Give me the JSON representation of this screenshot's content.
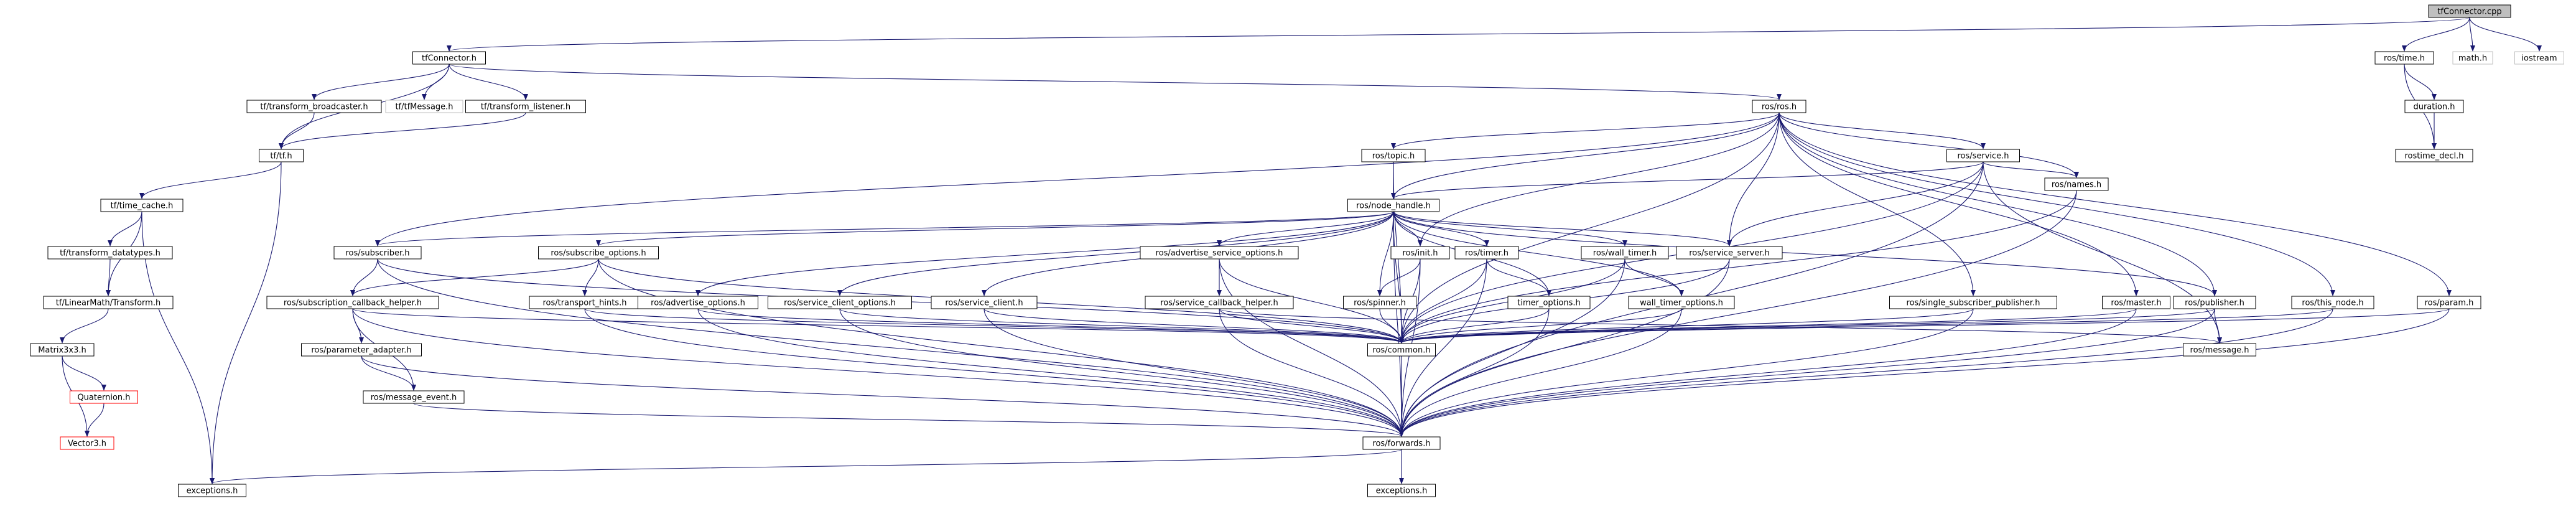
{
  "colors": {
    "edge": "#191970",
    "border_normal": "#000000",
    "border_missing": "#bfbfbf",
    "border_red": "#ff0000",
    "root_fill": "#bfbfbf",
    "text": "#000000"
  },
  "nodes": [
    {
      "id": "tfConnector_cpp",
      "label": "tfConnector.cpp",
      "style": "root"
    },
    {
      "id": "tfConnector_h",
      "label": "tfConnector.h",
      "style": "normal"
    },
    {
      "id": "ros_time_h",
      "label": "ros/time.h",
      "style": "normal"
    },
    {
      "id": "math_h",
      "label": "math.h",
      "style": "missing"
    },
    {
      "id": "iostream",
      "label": "iostream",
      "style": "missing"
    },
    {
      "id": "duration_h",
      "label": "duration.h",
      "style": "normal"
    },
    {
      "id": "rostime_decl_h",
      "label": "rostime_decl.h",
      "style": "normal"
    },
    {
      "id": "tf_transform_broadcaster_h",
      "label": "tf/transform_broadcaster.h",
      "style": "normal"
    },
    {
      "id": "tf_tfMessage_h",
      "label": "tf/tfMessage.h",
      "style": "missing"
    },
    {
      "id": "tf_transform_listener_h",
      "label": "tf/transform_listener.h",
      "style": "normal"
    },
    {
      "id": "ros_ros_h",
      "label": "ros/ros.h",
      "style": "normal"
    },
    {
      "id": "tf_tf_h",
      "label": "tf/tf.h",
      "style": "normal"
    },
    {
      "id": "tf_time_cache_h",
      "label": "tf/time_cache.h",
      "style": "normal"
    },
    {
      "id": "tf_transform_datatypes_h",
      "label": "tf/transform_datatypes.h",
      "style": "normal"
    },
    {
      "id": "tf_LinearMath_Transform_h",
      "label": "tf/LinearMath/Transform.h",
      "style": "normal"
    },
    {
      "id": "Matrix3x3_h",
      "label": "Matrix3x3.h",
      "style": "normal"
    },
    {
      "id": "Quaternion_h",
      "label": "Quaternion.h",
      "style": "red"
    },
    {
      "id": "Vector3_h",
      "label": "Vector3.h",
      "style": "red"
    },
    {
      "id": "ros_topic_h",
      "label": "ros/topic.h",
      "style": "normal"
    },
    {
      "id": "ros_service_h",
      "label": "ros/service.h",
      "style": "normal"
    },
    {
      "id": "ros_node_handle_h",
      "label": "ros/node_handle.h",
      "style": "normal"
    },
    {
      "id": "ros_names_h",
      "label": "ros/names.h",
      "style": "normal"
    },
    {
      "id": "ros_subscriber_h",
      "label": "ros/subscriber.h",
      "style": "normal"
    },
    {
      "id": "ros_subscribe_options_h",
      "label": "ros/subscribe_options.h",
      "style": "normal"
    },
    {
      "id": "ros_advertise_service_options_h",
      "label": "ros/advertise_service_options.h",
      "style": "normal"
    },
    {
      "id": "ros_init_h",
      "label": "ros/init.h",
      "style": "normal"
    },
    {
      "id": "ros_timer_h",
      "label": "ros/timer.h",
      "style": "normal"
    },
    {
      "id": "ros_wall_timer_h",
      "label": "ros/wall_timer.h",
      "style": "normal"
    },
    {
      "id": "ros_service_server_h",
      "label": "ros/service_server.h",
      "style": "normal"
    },
    {
      "id": "ros_subscription_callback_helper_h",
      "label": "ros/subscription_callback_helper.h",
      "style": "normal"
    },
    {
      "id": "ros_transport_hints_h",
      "label": "ros/transport_hints.h",
      "style": "normal"
    },
    {
      "id": "ros_advertise_options_h",
      "label": "ros/advertise_options.h",
      "style": "normal"
    },
    {
      "id": "ros_service_client_options_h",
      "label": "ros/service_client_options.h",
      "style": "normal"
    },
    {
      "id": "ros_service_client_h",
      "label": "ros/service_client.h",
      "style": "normal"
    },
    {
      "id": "ros_service_callback_helper_h",
      "label": "ros/service_callback_helper.h",
      "style": "normal"
    },
    {
      "id": "ros_spinner_h",
      "label": "ros/spinner.h",
      "style": "normal"
    },
    {
      "id": "timer_options_h",
      "label": "timer_options.h",
      "style": "normal"
    },
    {
      "id": "wall_timer_options_h",
      "label": "wall_timer_options.h",
      "style": "normal"
    },
    {
      "id": "ros_single_subscriber_publisher_h",
      "label": "ros/single_subscriber_publisher.h",
      "style": "normal"
    },
    {
      "id": "ros_master_h",
      "label": "ros/master.h",
      "style": "normal"
    },
    {
      "id": "ros_publisher_h",
      "label": "ros/publisher.h",
      "style": "normal"
    },
    {
      "id": "ros_this_node_h",
      "label": "ros/this_node.h",
      "style": "normal"
    },
    {
      "id": "ros_param_h",
      "label": "ros/param.h",
      "style": "normal"
    },
    {
      "id": "ros_parameter_adapter_h",
      "label": "ros/parameter_adapter.h",
      "style": "normal"
    },
    {
      "id": "ros_message_event_h",
      "label": "ros/message_event.h",
      "style": "normal"
    },
    {
      "id": "ros_common_h",
      "label": "ros/common.h",
      "style": "normal"
    },
    {
      "id": "ros_message_h",
      "label": "ros/message.h",
      "style": "normal"
    },
    {
      "id": "ros_forwards_h",
      "label": "ros/forwards.h",
      "style": "normal"
    },
    {
      "id": "exceptions_h_left",
      "label": "exceptions.h",
      "style": "normal"
    },
    {
      "id": "exceptions_h_bottom",
      "label": "exceptions.h",
      "style": "normal"
    }
  ],
  "edges": [
    [
      "tfConnector_cpp",
      "tfConnector_h"
    ],
    [
      "tfConnector_cpp",
      "ros_time_h"
    ],
    [
      "tfConnector_cpp",
      "math_h"
    ],
    [
      "tfConnector_cpp",
      "iostream"
    ],
    [
      "ros_time_h",
      "duration_h"
    ],
    [
      "ros_time_h",
      "rostime_decl_h"
    ],
    [
      "duration_h",
      "rostime_decl_h"
    ],
    [
      "tfConnector_h",
      "tf_transform_broadcaster_h"
    ],
    [
      "tfConnector_h",
      "tf_tfMessage_h"
    ],
    [
      "tfConnector_h",
      "tf_transform_listener_h"
    ],
    [
      "tfConnector_h",
      "ros_ros_h"
    ],
    [
      "tfConnector_h",
      "tf_tf_h"
    ],
    [
      "tf_transform_broadcaster_h",
      "tf_tf_h"
    ],
    [
      "tf_transform_listener_h",
      "tf_tf_h"
    ],
    [
      "tf_tf_h",
      "tf_time_cache_h"
    ],
    [
      "tf_tf_h",
      "exceptions_h_left"
    ],
    [
      "tf_time_cache_h",
      "tf_transform_datatypes_h"
    ],
    [
      "tf_time_cache_h",
      "tf_LinearMath_Transform_h"
    ],
    [
      "tf_time_cache_h",
      "exceptions_h_left"
    ],
    [
      "tf_transform_datatypes_h",
      "tf_LinearMath_Transform_h"
    ],
    [
      "tf_LinearMath_Transform_h",
      "Matrix3x3_h"
    ],
    [
      "Matrix3x3_h",
      "Quaternion_h"
    ],
    [
      "Matrix3x3_h",
      "Vector3_h"
    ],
    [
      "Quaternion_h",
      "Vector3_h"
    ],
    [
      "ros_ros_h",
      "ros_topic_h"
    ],
    [
      "ros_ros_h",
      "ros_service_h"
    ],
    [
      "ros_ros_h",
      "ros_node_handle_h"
    ],
    [
      "ros_ros_h",
      "ros_names_h"
    ],
    [
      "ros_ros_h",
      "ros_subscriber_h"
    ],
    [
      "ros_ros_h",
      "ros_init_h"
    ],
    [
      "ros_ros_h",
      "ros_service_server_h"
    ],
    [
      "ros_ros_h",
      "ros_single_subscriber_publisher_h"
    ],
    [
      "ros_ros_h",
      "ros_master_h"
    ],
    [
      "ros_ros_h",
      "ros_publisher_h"
    ],
    [
      "ros_ros_h",
      "ros_this_node_h"
    ],
    [
      "ros_ros_h",
      "ros_param_h"
    ],
    [
      "ros_ros_h",
      "ros_common_h"
    ],
    [
      "ros_topic_h",
      "ros_node_handle_h"
    ],
    [
      "ros_topic_h",
      "ros_common_h"
    ],
    [
      "ros_service_h",
      "ros_node_handle_h"
    ],
    [
      "ros_service_h",
      "ros_names_h"
    ],
    [
      "ros_service_h",
      "ros_service_server_h"
    ],
    [
      "ros_service_h",
      "ros_common_h"
    ],
    [
      "ros_service_h",
      "ros_message_h"
    ],
    [
      "ros_service_h",
      "ros_forwards_h"
    ],
    [
      "ros_names_h",
      "ros_common_h"
    ],
    [
      "ros_names_h",
      "ros_forwards_h"
    ],
    [
      "ros_node_handle_h",
      "ros_subscriber_h"
    ],
    [
      "ros_node_handle_h",
      "ros_subscribe_options_h"
    ],
    [
      "ros_node_handle_h",
      "ros_advertise_service_options_h"
    ],
    [
      "ros_node_handle_h",
      "ros_init_h"
    ],
    [
      "ros_node_handle_h",
      "ros_timer_h"
    ],
    [
      "ros_node_handle_h",
      "ros_wall_timer_h"
    ],
    [
      "ros_node_handle_h",
      "ros_service_server_h"
    ],
    [
      "ros_node_handle_h",
      "ros_advertise_options_h"
    ],
    [
      "ros_node_handle_h",
      "ros_service_client_options_h"
    ],
    [
      "ros_node_handle_h",
      "ros_service_client_h"
    ],
    [
      "ros_node_handle_h",
      "ros_spinner_h"
    ],
    [
      "ros_node_handle_h",
      "timer_options_h"
    ],
    [
      "ros_node_handle_h",
      "wall_timer_options_h"
    ],
    [
      "ros_node_handle_h",
      "ros_publisher_h"
    ],
    [
      "ros_node_handle_h",
      "ros_common_h"
    ],
    [
      "ros_node_handle_h",
      "ros_forwards_h"
    ],
    [
      "ros_subscriber_h",
      "ros_subscription_callback_helper_h"
    ],
    [
      "ros_subscriber_h",
      "ros_common_h"
    ],
    [
      "ros_subscriber_h",
      "ros_forwards_h"
    ],
    [
      "ros_subscribe_options_h",
      "ros_subscription_callback_helper_h"
    ],
    [
      "ros_subscribe_options_h",
      "ros_transport_hints_h"
    ],
    [
      "ros_subscribe_options_h",
      "ros_common_h"
    ],
    [
      "ros_subscribe_options_h",
      "ros_forwards_h"
    ],
    [
      "ros_advertise_service_options_h",
      "ros_service_callback_helper_h"
    ],
    [
      "ros_advertise_service_options_h",
      "ros_common_h"
    ],
    [
      "ros_advertise_service_options_h",
      "ros_forwards_h"
    ],
    [
      "ros_init_h",
      "ros_spinner_h"
    ],
    [
      "ros_init_h",
      "ros_common_h"
    ],
    [
      "ros_init_h",
      "ros_forwards_h"
    ],
    [
      "ros_timer_h",
      "timer_options_h"
    ],
    [
      "ros_timer_h",
      "ros_common_h"
    ],
    [
      "ros_timer_h",
      "ros_forwards_h"
    ],
    [
      "ros_wall_timer_h",
      "wall_timer_options_h"
    ],
    [
      "ros_wall_timer_h",
      "ros_common_h"
    ],
    [
      "ros_wall_timer_h",
      "ros_forwards_h"
    ],
    [
      "ros_service_server_h",
      "ros_common_h"
    ],
    [
      "ros_service_server_h",
      "ros_forwards_h"
    ],
    [
      "ros_subscription_callback_helper_h",
      "ros_parameter_adapter_h"
    ],
    [
      "ros_subscription_callback_helper_h",
      "ros_message_event_h"
    ],
    [
      "ros_subscription_callback_helper_h",
      "ros_common_h"
    ],
    [
      "ros_subscription_callback_helper_h",
      "ros_forwards_h"
    ],
    [
      "ros_parameter_adapter_h",
      "ros_message_event_h"
    ],
    [
      "ros_parameter_adapter_h",
      "ros_forwards_h"
    ],
    [
      "ros_message_event_h",
      "ros_forwards_h"
    ],
    [
      "ros_transport_hints_h",
      "ros_common_h"
    ],
    [
      "ros_transport_hints_h",
      "ros_forwards_h"
    ],
    [
      "ros_advertise_options_h",
      "ros_common_h"
    ],
    [
      "ros_advertise_options_h",
      "ros_forwards_h"
    ],
    [
      "ros_service_client_options_h",
      "ros_common_h"
    ],
    [
      "ros_service_client_options_h",
      "ros_forwards_h"
    ],
    [
      "ros_service_client_h",
      "ros_common_h"
    ],
    [
      "ros_service_client_h",
      "ros_forwards_h"
    ],
    [
      "ros_service_callback_helper_h",
      "ros_common_h"
    ],
    [
      "ros_service_callback_helper_h",
      "ros_message_h"
    ],
    [
      "ros_service_callback_helper_h",
      "ros_forwards_h"
    ],
    [
      "ros_spinner_h",
      "ros_common_h"
    ],
    [
      "timer_options_h",
      "ros_common_h"
    ],
    [
      "timer_options_h",
      "ros_forwards_h"
    ],
    [
      "wall_timer_options_h",
      "ros_common_h"
    ],
    [
      "wall_timer_options_h",
      "ros_forwards_h"
    ],
    [
      "ros_single_subscriber_publisher_h",
      "ros_common_h"
    ],
    [
      "ros_single_subscriber_publisher_h",
      "ros_forwards_h"
    ],
    [
      "ros_master_h",
      "ros_common_h"
    ],
    [
      "ros_master_h",
      "ros_forwards_h"
    ],
    [
      "ros_publisher_h",
      "ros_common_h"
    ],
    [
      "ros_publisher_h",
      "ros_message_h"
    ],
    [
      "ros_publisher_h",
      "ros_forwards_h"
    ],
    [
      "ros_this_node_h",
      "ros_common_h"
    ],
    [
      "ros_this_node_h",
      "ros_forwards_h"
    ],
    [
      "ros_param_h",
      "ros_common_h"
    ],
    [
      "ros_param_h",
      "ros_forwards_h"
    ],
    [
      "ros_common_h",
      "ros_forwards_h"
    ],
    [
      "ros_forwards_h",
      "exceptions_h_left"
    ],
    [
      "ros_forwards_h",
      "exceptions_h_bottom"
    ]
  ]
}
